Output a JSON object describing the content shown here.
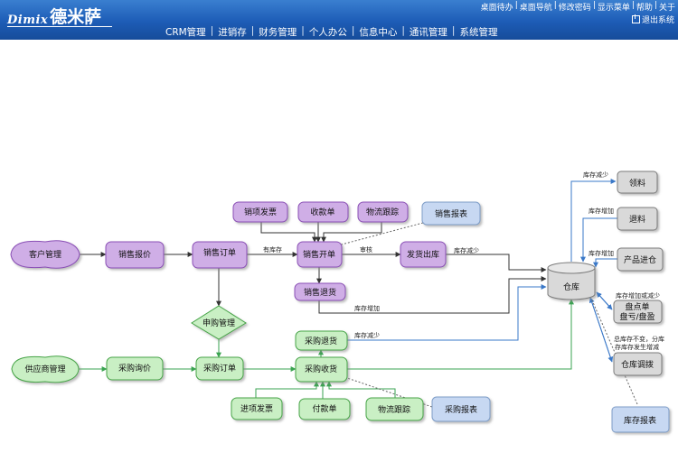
{
  "header": {
    "logo_latin": "Dimix",
    "logo_cjk": "德米萨",
    "top_links": [
      "桌面待办",
      "桌面导航",
      "修改密码",
      "显示菜单",
      "帮助",
      "关于"
    ],
    "logout": "退出系统"
  },
  "nav": [
    "CRM管理",
    "进销存",
    "财务管理",
    "个人办公",
    "信息中心",
    "通讯管理",
    "系统管理"
  ],
  "colors": {
    "header_blue": "#1d5cb6",
    "purple_fill": "#cfaee6",
    "purple_stroke": "#8a4fb5",
    "green_fill": "#c9efc4",
    "green_stroke": "#46a447",
    "blue_fill": "#c7d8f2",
    "blue_stroke": "#7e9dc7",
    "gray_fill": "#d9d9d9",
    "gray_stroke": "#7a7a7a",
    "arrow": "#333333",
    "arrow_green": "#3aa350",
    "arrow_blue": "#3a78c8"
  },
  "diagram": {
    "customer_mgmt": "客户管理",
    "sales_quote": "销售报价",
    "sales_order": "销售订单",
    "sales_invoice": "销项发票",
    "receipt": "收款单",
    "logistics_sales": "物流跟踪",
    "sales_report": "销售报表",
    "sales_billing": "销售开单",
    "delivery": "发货出库",
    "sales_return": "销售退货",
    "apply_mgmt": "申购管理",
    "supplier_mgmt": "供应商管理",
    "purchase_inquiry": "采购询价",
    "purchase_order": "采购订单",
    "purchase_return": "采购退货",
    "purchase_receive": "采购收货",
    "input_invoice": "进项发票",
    "payment": "付款单",
    "logistics_purchase": "物流跟踪",
    "purchase_report": "采购报表",
    "warehouse": "仓库",
    "material_pick": "领料",
    "material_return": "退料",
    "product_in": "产品进仓",
    "stocktake_line1": "盘点单",
    "stocktake_line2": "盘亏/盘盈",
    "transfer": "仓库调拨",
    "inventory_report": "库存报表",
    "label_has_stock": "有库存",
    "label_audit": "审核",
    "label_stock_dec1": "库存减少",
    "label_stock_inc1": "库存增加",
    "label_stock_dec2": "库存减少",
    "label_stock_dec3": "库存减少",
    "label_stock_inc2": "库存增加",
    "label_stock_inc3": "库存增加",
    "label_stock_incdec": "库存增加或减少",
    "label_transfer1": "总库存不变，分库",
    "label_transfer2": "存库存发生增减"
  }
}
